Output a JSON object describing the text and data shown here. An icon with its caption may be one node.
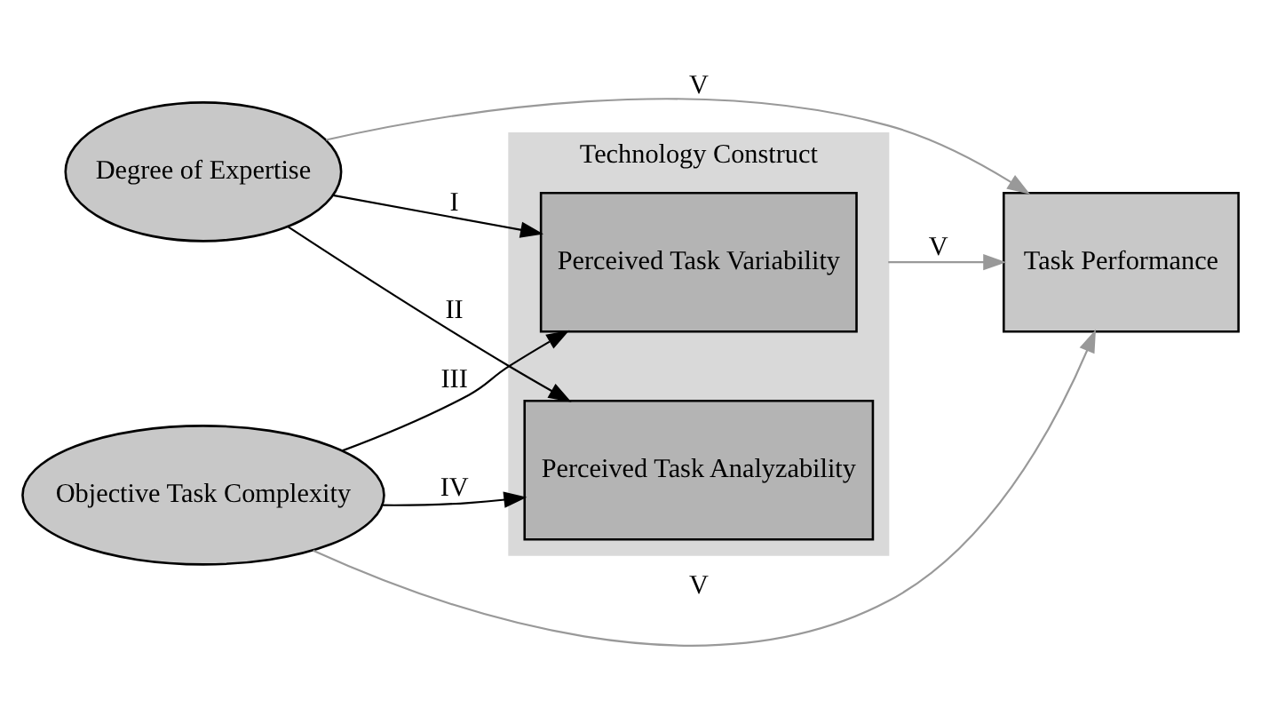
{
  "diagram": {
    "nodes": [
      {
        "text": [
          "Degree of Expertise"
        ]
      },
      {
        "text": [
          "Technology Construct"
        ]
      },
      {
        "text": [
          "Perceived Task Variability"
        ],
        "in": 1
      },
      {
        "text": [
          "Perceived Task Analyzability"
        ],
        "in": 1
      },
      {
        "text": [
          "Task Performance"
        ]
      },
      {
        "text": [
          "Objective Task Complexity"
        ]
      }
    ],
    "edges": [
      {
        "from": 0,
        "to": 2,
        "arrow": "to",
        "label": "I"
      },
      {
        "from": 0,
        "to": 3,
        "arrow": "to",
        "label": "II"
      },
      {
        "from": 0,
        "to": 4,
        "arrow": "to",
        "label": "V",
        "color": "#999999"
      },
      {
        "from": 1,
        "to": 4,
        "arrow": "to",
        "label": "V",
        "color": "#999999"
      },
      {
        "from": 5,
        "to": 2,
        "arrow": "to",
        "label": "III"
      },
      {
        "from": 5,
        "to": 3,
        "arrow": "to",
        "label": "IV"
      },
      {
        "from": 5,
        "to": 4,
        "arrow": "to",
        "label": "V",
        "color": "#999999"
      }
    ]
  }
}
